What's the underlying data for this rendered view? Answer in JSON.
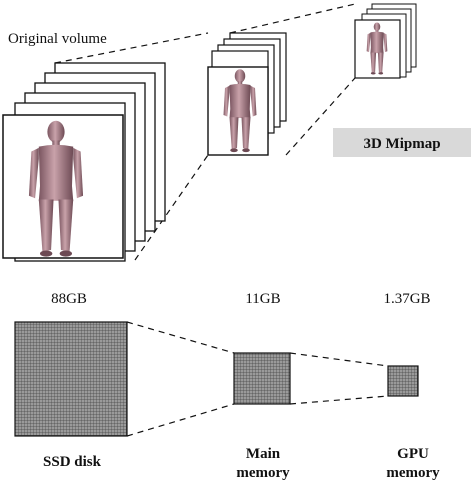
{
  "labels": {
    "original_volume": "Original volume",
    "mipmap_badge": "3D Mipmap"
  },
  "storage": [
    {
      "size": "88GB",
      "name_lines": [
        "SSD disk"
      ]
    },
    {
      "size": "11GB",
      "name_lines": [
        "Main",
        "memory"
      ]
    },
    {
      "size": "1.37GB",
      "name_lines": [
        "GPU",
        "memory"
      ]
    }
  ],
  "colors": {
    "badge_bg": "#d9d9d9",
    "grid_fill": "#808080",
    "figure_skin": "#b89098"
  }
}
